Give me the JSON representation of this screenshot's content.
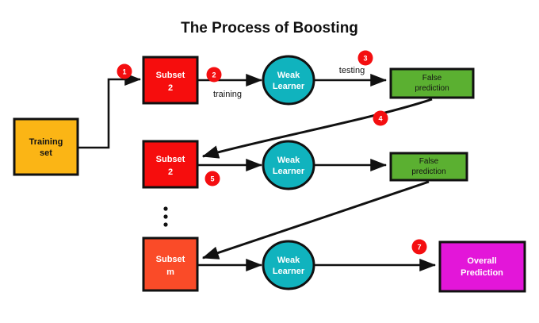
{
  "title": "The Process of Boosting",
  "colors": {
    "training_set": "#FBB515",
    "subset_red": "#F60D0D",
    "subset_orange": "#FA4B28",
    "weak_learner": "#10B3BE",
    "false_prediction": "#5BB031",
    "overall_prediction": "#E316D9",
    "badge": "#F40E10",
    "outline": "#111111",
    "background": "#FFFFFF",
    "text_dark": "#141414",
    "text_light": "#FFFFFF"
  },
  "nodes": {
    "training_set": {
      "label_line1": "Training",
      "label_line2": "set"
    },
    "row1": {
      "subset": {
        "label_line1": "Subset",
        "label_line2": "2"
      },
      "learner": {
        "label_line1": "Weak",
        "label_line2": "Learner"
      },
      "prediction": {
        "label_line1": "False",
        "label_line2": "prediction"
      }
    },
    "row2": {
      "subset": {
        "label_line1": "Subset",
        "label_line2": "2"
      },
      "learner": {
        "label_line1": "Weak",
        "label_line2": "Learner"
      },
      "prediction": {
        "label_line1": "False",
        "label_line2": "prediction"
      }
    },
    "row3": {
      "subset": {
        "label_line1": "Subset",
        "label_line2": "m"
      },
      "learner": {
        "label_line1": "Weak",
        "label_line2": "Learner"
      },
      "result": {
        "label_line1": "Overall",
        "label_line2": "Prediction"
      }
    }
  },
  "edge_labels": {
    "training": "training",
    "testing": "testing"
  },
  "badges": [
    {
      "id": "1",
      "label": "1"
    },
    {
      "id": "2",
      "label": "2"
    },
    {
      "id": "3",
      "label": "3"
    },
    {
      "id": "4",
      "label": "4"
    },
    {
      "id": "5",
      "label": "5"
    },
    {
      "id": "7",
      "label": "7"
    }
  ],
  "ellipsis": {
    "label": "vertical-ellipsis",
    "dots": 3
  }
}
